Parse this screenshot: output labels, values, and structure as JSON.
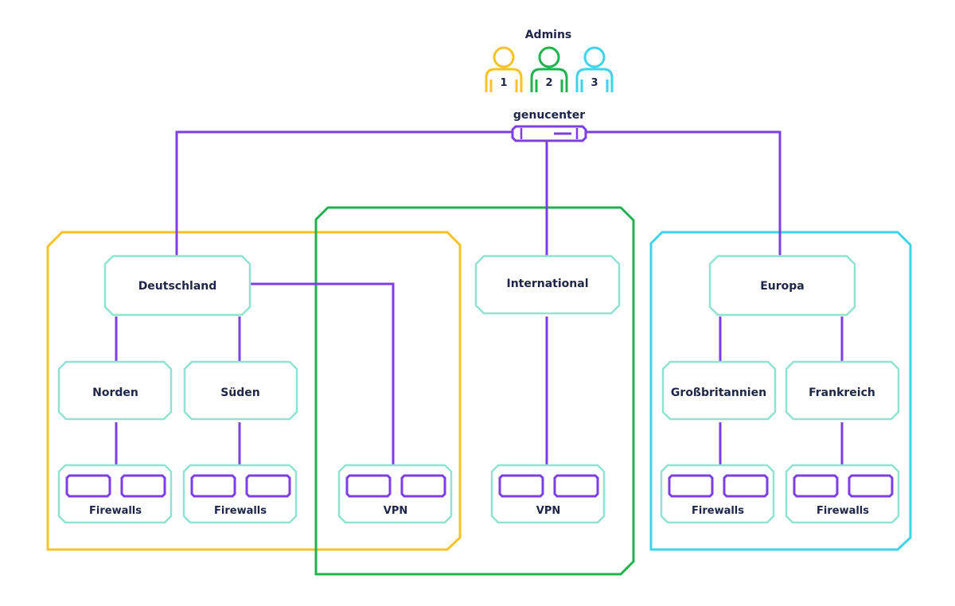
{
  "colors": {
    "link": "#7b3fe4",
    "node_border": "#8fe3d0",
    "text": "#1e2547",
    "group_deutschland": "#f5c227",
    "group_international": "#1fb24f",
    "group_europa": "#3fd3ea",
    "admin_1": "#f5c227",
    "admin_2": "#1fb24f",
    "admin_3": "#3fd3ea"
  },
  "admins": {
    "title": "Admins",
    "items": [
      {
        "number": "1",
        "icon": "user-icon"
      },
      {
        "number": "2",
        "icon": "user-icon"
      },
      {
        "number": "3",
        "icon": "user-icon"
      }
    ]
  },
  "server": {
    "label": "genucenter",
    "icon": "server-icon"
  },
  "nodes": {
    "deutschland": "Deutschland",
    "international": "International",
    "europa": "Europa",
    "norden": "Norden",
    "sueden": "Süden",
    "grossbritannien": "Großbritannien",
    "frankreich": "Frankreich"
  },
  "device_groups": {
    "fw_norden": "Firewalls",
    "fw_sueden": "Firewalls",
    "vpn_deutschland": "VPN",
    "vpn_international": "VPN",
    "fw_gb": "Firewalls",
    "fw_fr": "Firewalls"
  }
}
